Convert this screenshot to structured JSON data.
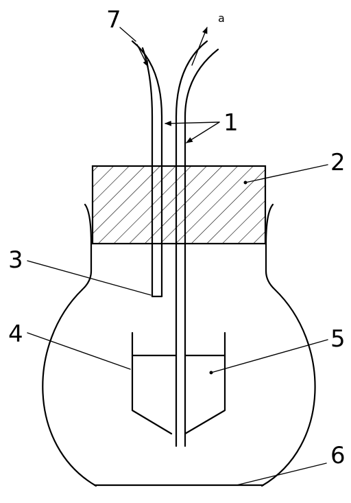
{
  "labels": {
    "one": "1",
    "two": "2",
    "three": "3",
    "four": "4",
    "five": "5",
    "six": "6",
    "seven": "7",
    "a": "a"
  }
}
